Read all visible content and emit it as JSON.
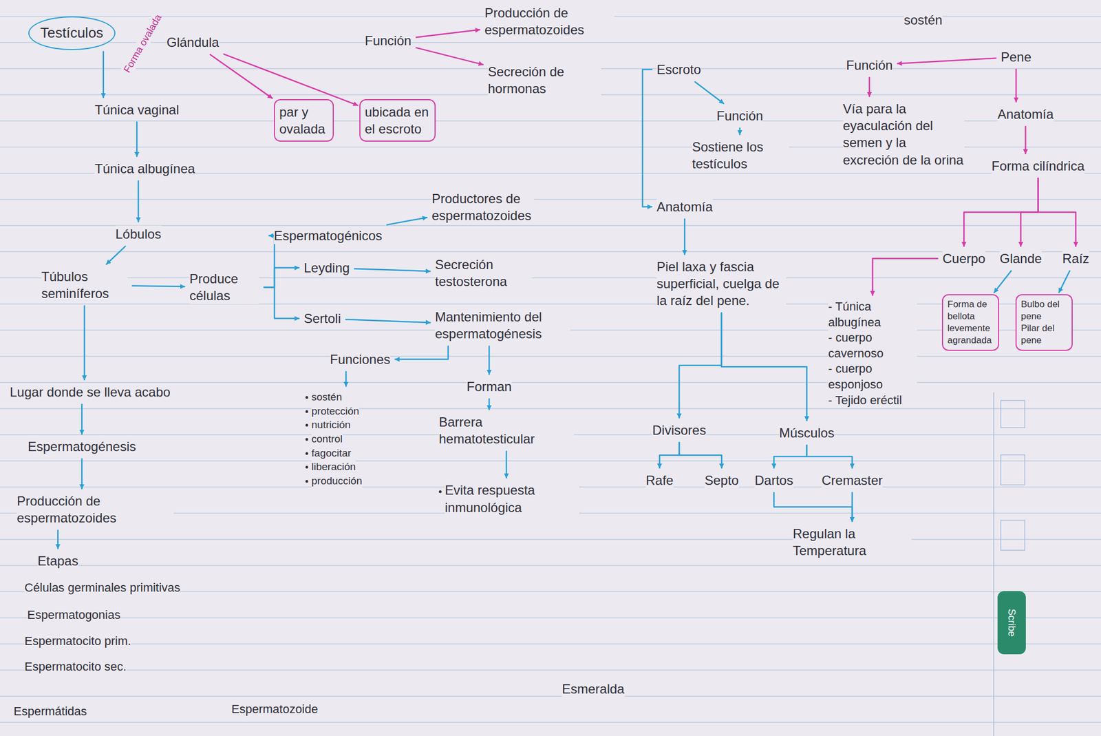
{
  "diagram": {
    "nodes": [
      {
        "text": [
          "Testículos"
        ]
      },
      {
        "text": [
          "Glándula"
        ]
      },
      {
        "text": [
          "Función"
        ]
      },
      {
        "text": [
          "Producción de espermatozoides"
        ]
      },
      {
        "text": [
          "Secreción de hormonas"
        ]
      },
      {
        "text": [
          "par y ovalada"
        ]
      },
      {
        "text": [
          "ubicada en el escroto"
        ]
      },
      {
        "text": [
          "Túnica vaginal"
        ]
      },
      {
        "text": [
          "Túnica albugínea"
        ]
      },
      {
        "text": [
          "Lóbulos"
        ]
      },
      {
        "text": [
          "Túbulos seminíferos"
        ]
      },
      {
        "text": [
          "Produce células"
        ]
      },
      {
        "text": [
          "Espermatogénicos"
        ]
      },
      {
        "text": [
          "Productores de espermatozoides"
        ]
      },
      {
        "text": [
          "Leyding"
        ]
      },
      {
        "text": [
          "Secreción testosterona"
        ]
      },
      {
        "text": [
          "Sertoli"
        ]
      },
      {
        "text": [
          "Mantenimiento del espermatogénesis"
        ]
      },
      {
        "text": [
          "Funciones"
        ]
      },
      {
        "text": [
          "sostén",
          "protección",
          "nutrición",
          "control",
          "fagocitar",
          "liberación",
          "producción"
        ]
      },
      {
        "text": [
          "Forman"
        ]
      },
      {
        "text": [
          "Barrera hematotesticular"
        ]
      },
      {
        "text": [
          "Evita respuesta inmunológica"
        ]
      },
      {
        "text": [
          "Lugar donde se lleva acabo"
        ]
      },
      {
        "text": [
          "Espermatogénesis"
        ]
      },
      {
        "text": [
          "Producción de espermatozoides"
        ]
      },
      {
        "text": [
          "Etapas"
        ]
      },
      {
        "text": [
          "Escroto"
        ]
      },
      {
        "text": [
          "Función"
        ]
      },
      {
        "text": [
          "Sostiene los testículos"
        ]
      },
      {
        "text": [
          "Anatomía"
        ]
      },
      {
        "text": [
          "Piel laxa y fascia superficial, cuelga de la raíz del pene."
        ]
      },
      {
        "text": [
          "Divisores"
        ]
      },
      {
        "text": [
          "Músculos"
        ]
      },
      {
        "text": [
          "Rafe"
        ]
      },
      {
        "text": [
          "Septo"
        ]
      },
      {
        "text": [
          "Dartos"
        ]
      },
      {
        "text": [
          "Cremaster"
        ]
      },
      {
        "text": [
          "Regulan la Temperatura"
        ]
      },
      {
        "text": [
          "Pene"
        ]
      },
      {
        "text": [
          "Función"
        ]
      },
      {
        "text": [
          "Vía para la eyaculación del semen y la excreción de la orina"
        ]
      },
      {
        "text": [
          "Anatomía"
        ]
      },
      {
        "text": [
          "Forma cilíndrica"
        ]
      },
      {
        "text": [
          "Cuerpo"
        ]
      },
      {
        "text": [
          "Glande"
        ]
      },
      {
        "text": [
          "Raíz"
        ]
      },
      {
        "text": [
          "- Túnica albugínea",
          "- cuerpo cavernoso",
          "- cuerpo esponjoso",
          "- Tejido eréctil"
        ]
      },
      {
        "text": [
          "Forma de bellota levemente agrandada"
        ]
      },
      {
        "text": [
          "Bulbo del pene",
          "Pilar del pene"
        ]
      }
    ],
    "edges": [
      {
        "from": 0,
        "to": 7,
        "arrow": "to"
      },
      {
        "from": 7,
        "to": 8,
        "arrow": "to"
      },
      {
        "from": 8,
        "to": 9,
        "arrow": "to"
      },
      {
        "from": 9,
        "to": 10,
        "arrow": "to"
      },
      {
        "from": 10,
        "to": 11,
        "arrow": "to"
      },
      {
        "from": 11,
        "to": 12,
        "arrow": "to"
      },
      {
        "from": 11,
        "to": 14,
        "arrow": "to"
      },
      {
        "from": 11,
        "to": 16,
        "arrow": "to"
      },
      {
        "from": 12,
        "to": 13,
        "arrow": "to"
      },
      {
        "from": 14,
        "to": 15,
        "arrow": "to"
      },
      {
        "from": 16,
        "to": 17,
        "arrow": "to"
      },
      {
        "from": 17,
        "to": 18,
        "arrow": "to"
      },
      {
        "from": 18,
        "to": 19,
        "arrow": "to"
      },
      {
        "from": 17,
        "to": 20,
        "arrow": "to"
      },
      {
        "from": 20,
        "to": 21,
        "arrow": "to"
      },
      {
        "from": 21,
        "to": 22,
        "arrow": "to"
      },
      {
        "from": 10,
        "to": 23,
        "arrow": "to"
      },
      {
        "from": 23,
        "to": 24,
        "arrow": "to"
      },
      {
        "from": 24,
        "to": 25,
        "arrow": "to"
      },
      {
        "from": 25,
        "to": 26,
        "arrow": "to"
      },
      {
        "from": 1,
        "to": 5,
        "arrow": "to"
      },
      {
        "from": 1,
        "to": 6,
        "arrow": "to"
      },
      {
        "from": 2,
        "to": 3,
        "arrow": "to"
      },
      {
        "from": 2,
        "to": 4,
        "arrow": "to"
      },
      {
        "from": 27,
        "to": 28,
        "arrow": "to"
      },
      {
        "from": 27,
        "to": 30,
        "arrow": "to"
      },
      {
        "from": 28,
        "to": 29,
        "arrow": "to"
      },
      {
        "from": 30,
        "to": 31,
        "arrow": "to"
      },
      {
        "from": 31,
        "to": 32,
        "arrow": "to"
      },
      {
        "from": 31,
        "to": 33,
        "arrow": "to"
      },
      {
        "from": 32,
        "to": 34,
        "arrow": "to"
      },
      {
        "from": 32,
        "to": 35,
        "arrow": "to"
      },
      {
        "from": 33,
        "to": 36,
        "arrow": "to"
      },
      {
        "from": 33,
        "to": 37,
        "arrow": "to"
      },
      {
        "from": 36,
        "to": 38,
        "arrow": "to"
      },
      {
        "from": 37,
        "to": 38,
        "arrow": "to"
      },
      {
        "from": 39,
        "to": 40,
        "arrow": "to"
      },
      {
        "from": 40,
        "to": 41,
        "arrow": "to"
      },
      {
        "from": 39,
        "to": 42,
        "arrow": "to"
      },
      {
        "from": 42,
        "to": 43,
        "arrow": "to"
      },
      {
        "from": 43,
        "to": 44,
        "arrow": "to"
      },
      {
        "from": 43,
        "to": 45,
        "arrow": "to"
      },
      {
        "from": 43,
        "to": 46,
        "arrow": "to"
      },
      {
        "from": 44,
        "to": 47,
        "arrow": "to"
      },
      {
        "from": 45,
        "to": 48,
        "arrow": "to"
      },
      {
        "from": 46,
        "to": 49,
        "arrow": "to"
      }
    ],
    "labels": [
      "Forma ovalada",
      "Células germinales primitivas",
      "Espermatogonias",
      "Espermatocito prim.",
      "Espermatocito sec.",
      "Espermátidas",
      "Espermatozoide",
      "Esmeralda",
      "sostén",
      "Scribe"
    ]
  }
}
